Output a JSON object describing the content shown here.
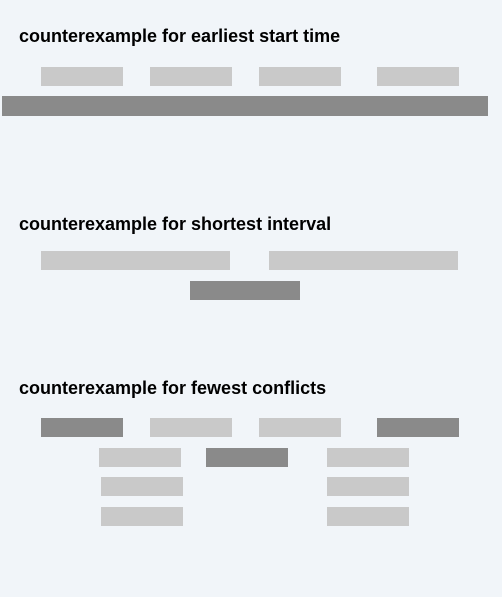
{
  "colors": {
    "background": "#f1f5f9",
    "light_bar": "#c9c9c9",
    "dark_bar": "#8a8a8a",
    "title_text": "#000000"
  },
  "sections": [
    {
      "title": "counterexample for earliest start time"
    },
    {
      "title": "counterexample for shortest interval"
    },
    {
      "title": "counterexample for fewest conflicts"
    }
  ]
}
